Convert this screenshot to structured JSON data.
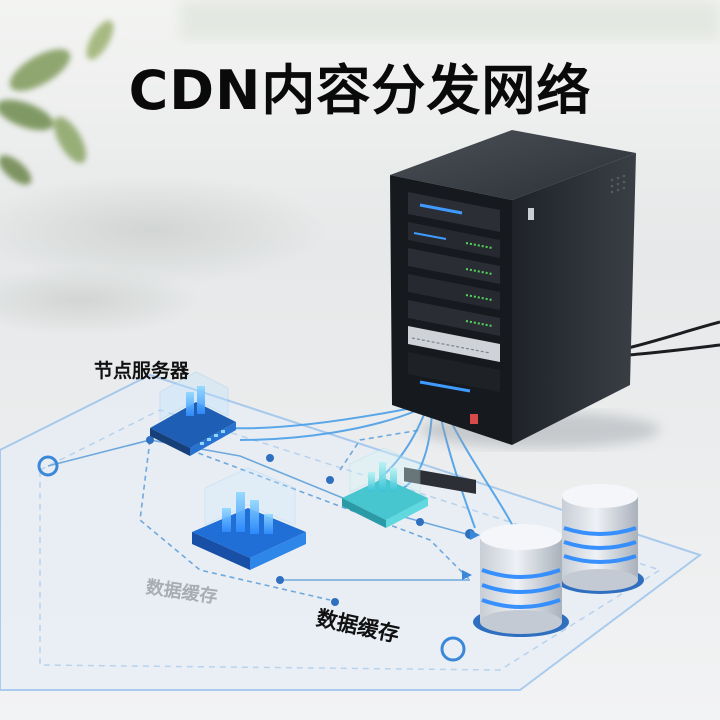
{
  "scene": {
    "title": "CDN内容分发网络",
    "label_node_server": "节点服务器",
    "label_cache_ghost": "数据缓存",
    "label_cache": "数据缓存"
  },
  "colors": {
    "glow_blue": "#2f8cff",
    "cyan": "#38d3f5",
    "server_body": "#2a2e35",
    "table": "#eef0f2"
  }
}
